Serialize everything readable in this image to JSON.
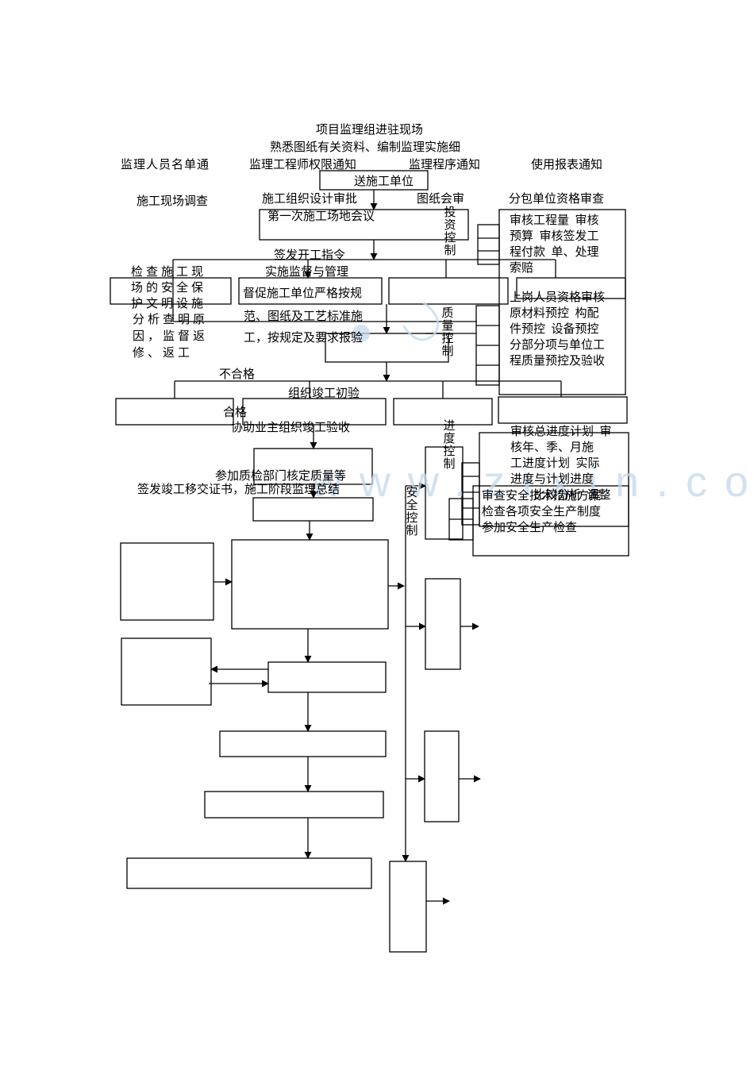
{
  "flow": {
    "title": "项目监理组进驻现场",
    "familiarize": "熟悉图纸有关资料、编制监理实施细",
    "notices": [
      "监理人员名单通",
      "监理工程师权限通知",
      "监理程序通知",
      "使用报表通知"
    ],
    "send_to": "送施工单位",
    "site_survey": "施工现场调查",
    "org_design": "施工组织设计审批",
    "drawing_review": "图纸会审",
    "sub_review": "分包单位资格审查",
    "first_meeting": "第一次施工场地会议",
    "start_order": "签发开工指令",
    "supervise": "实施监督与管理",
    "safety_check": "检查施工现场的安全保护文明设施",
    "urge_lines": [
      "督促施工单位严格按规",
      "范、图纸及工艺标准施",
      "工，按规定及要求报验"
    ],
    "analyze": "分析查明原因，监督返修、返工",
    "unqualified": "不合格",
    "qualified": "合格",
    "pre_accept": "组织竣工初验",
    "owner_accept": "协助业主组织竣工验收",
    "quality_dept": "参加质检部门核定质量等",
    "handover": "签发竣工移交证书，施工阶段监理总结"
  },
  "controls": {
    "invest": "投资控制",
    "quality": "质量控制",
    "progress": "进度控制",
    "safety": "安全控制"
  },
  "invest_items": [
    "审核工程量  审核",
    "预算  审核签发工",
    "程付款  单、处理",
    "索赔"
  ],
  "quality_items": [
    "上岗人员资格审核",
    "原材料预控  构配",
    "件预控  设备预控",
    "分部分项与单位工",
    "程质量预控及验收"
  ],
  "progress_items": [
    "审核总进度计划  审",
    "核年、季、月施",
    "工进度计划  实际",
    "进度与计划进度"
  ],
  "safety_items": [
    "审查安全技术措施方案",
    "检查各项安全生产制度",
    "参加安全生产检查"
  ],
  "overlap_text": "比较分析  调整",
  "watermark": "www.zixin.com.cn"
}
